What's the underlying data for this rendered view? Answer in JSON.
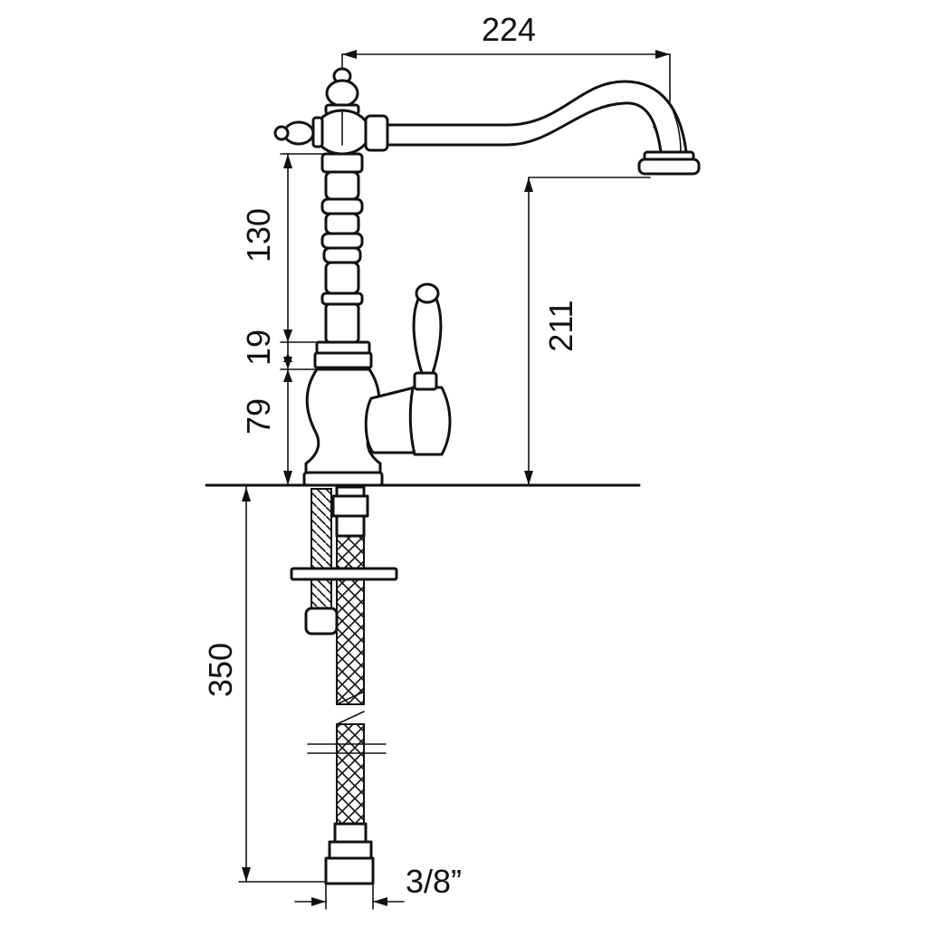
{
  "dimensions": {
    "spout_reach": "224",
    "upper_body_height": "130",
    "collar_height": "19",
    "base_height": "79",
    "spout_height": "211",
    "hose_length": "350",
    "connection_size": "3/8”"
  }
}
